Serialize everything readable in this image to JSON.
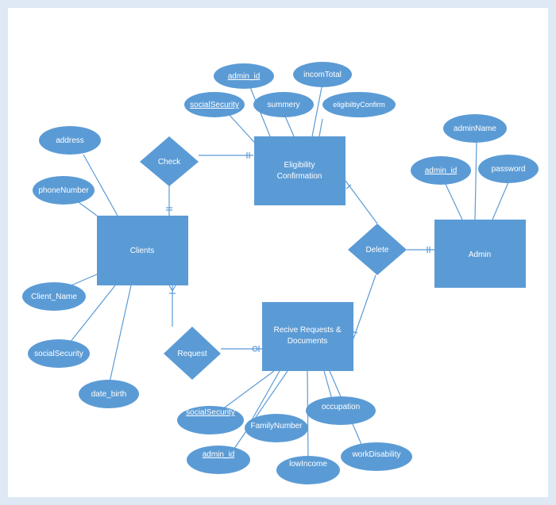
{
  "theme": {
    "shape_fill": "#5b9bd5",
    "line": "#5b9bd5",
    "text": "#ffffff",
    "page_bg": "#dfe9f5"
  },
  "entities": {
    "eligibility": {
      "lines": [
        "Eligibility",
        "Confirmation"
      ]
    },
    "clients": {
      "lines": [
        "Clients"
      ]
    },
    "admin": {
      "lines": [
        "Admin"
      ]
    },
    "requests": {
      "lines": [
        "Recive Requests &",
        "Documents"
      ]
    }
  },
  "relationships": {
    "check": "Check",
    "delete": "Delete",
    "request": "Request"
  },
  "attributes": {
    "elig_admin_id": {
      "text": "admin_id",
      "key": true
    },
    "incom_total": {
      "text": "incomTotal",
      "key": false
    },
    "elig_social_security": {
      "text": "socialSecurity",
      "key": true
    },
    "summery": {
      "text": "summery",
      "key": false
    },
    "eligibility_confirm": {
      "text": "eligibiltiyConfirm",
      "key": false
    },
    "address": {
      "text": "address",
      "key": false
    },
    "phone_number": {
      "text": "phoneNumber",
      "key": false
    },
    "client_name": {
      "text": "Client_Name",
      "key": false
    },
    "client_social_security": {
      "text": "socialSecurity",
      "key": false
    },
    "date_birth": {
      "text": "date_birth",
      "key": false
    },
    "admin_name": {
      "text": "adminName",
      "key": false
    },
    "admin_admin_id": {
      "text": "admin_id",
      "key": true
    },
    "password": {
      "text": "password",
      "key": false
    },
    "req_social_security": {
      "text": "socialSecurity",
      "key": true
    },
    "family_number": {
      "text": "FamilyNumber",
      "key": false
    },
    "occupation": {
      "text": "occupation",
      "key": false
    },
    "req_admin_id": {
      "text": "admin_id",
      "key": true
    },
    "low_income": {
      "text": "lowIncome",
      "key": false
    },
    "work_disability": {
      "text": "workDisability",
      "key": false
    }
  }
}
